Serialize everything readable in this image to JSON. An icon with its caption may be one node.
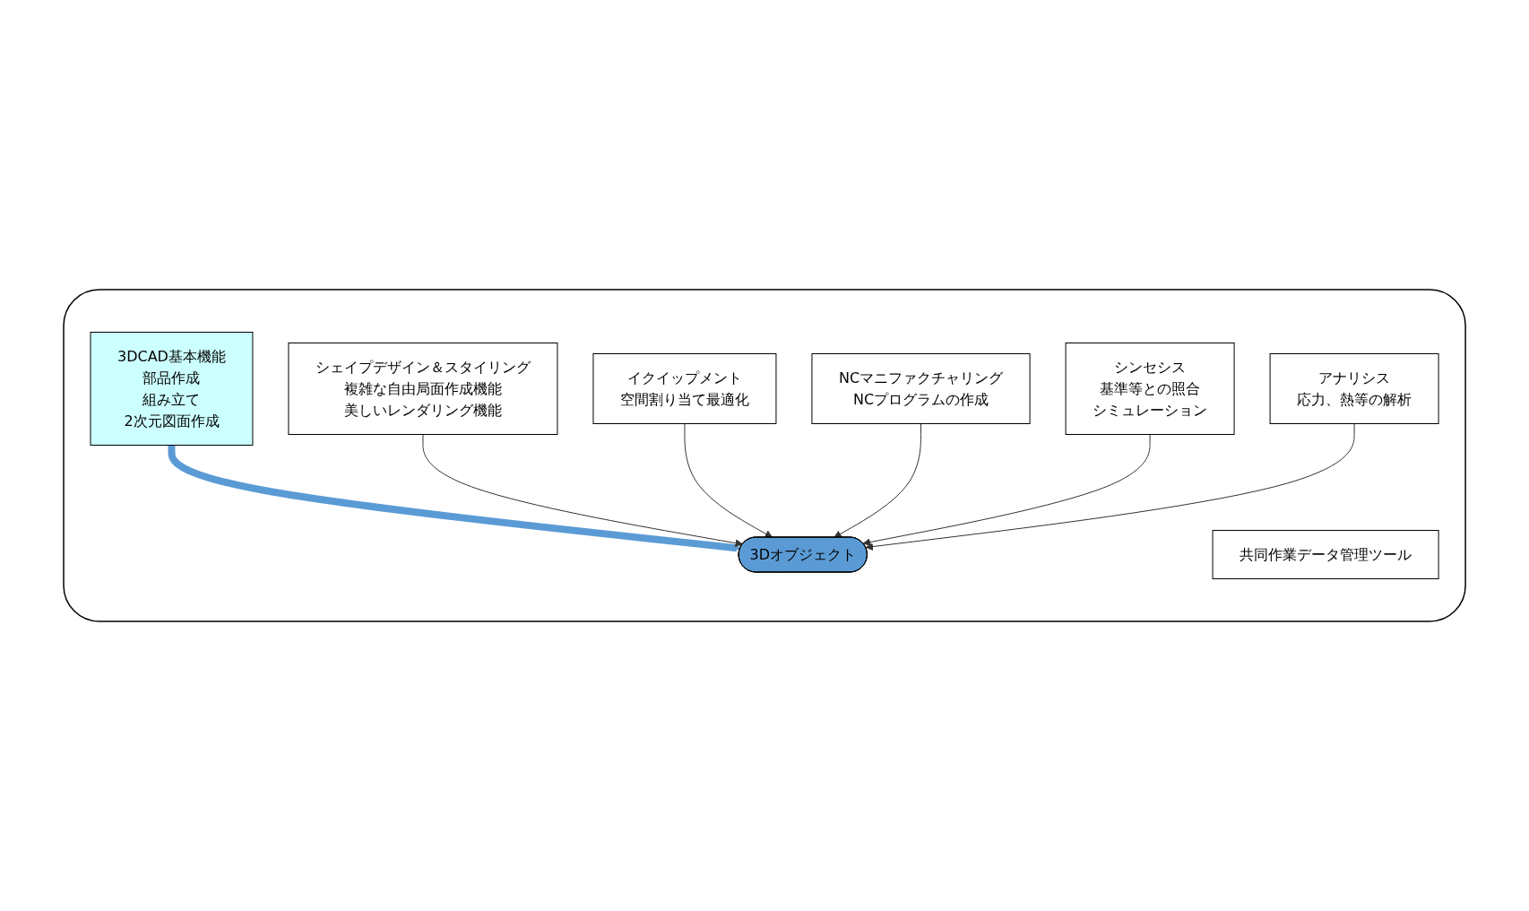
{
  "diagram": {
    "nodes": [
      {
        "text": [],
        "shape": "box"
      },
      {
        "text": [
          "3DCAD基本機能",
          "部品作成",
          "組み立て",
          "2次元図面作成"
        ],
        "in": 0
      },
      {
        "text": [
          "シェイプデザイン＆スタイリング",
          "複雑な自由局面作成機能",
          "美しいレンダリング機能"
        ],
        "in": 0
      },
      {
        "text": [
          "3Dオブジェクト"
        ],
        "in": 0
      },
      {
        "text": [
          "イクイップメント",
          "空間割り当て最適化"
        ],
        "in": 0
      },
      {
        "text": [
          "NCマニファクチャリング",
          "NCプログラムの作成"
        ],
        "in": 0
      },
      {
        "text": [
          "シンセシス",
          "基準等との照合",
          "シミュレーション"
        ],
        "in": 0
      },
      {
        "text": [
          "アナリシス",
          "応力、熱等の解析"
        ],
        "in": 0
      },
      {
        "text": [
          "共同作業データ管理ツール"
        ],
        "in": 0
      }
    ],
    "edges": [
      {
        "from": 1,
        "to": 3,
        "arrow": "to",
        "style": "thick",
        "color": "#5b9bd5"
      },
      {
        "from": 2,
        "to": 3,
        "arrow": "to"
      },
      {
        "from": 4,
        "to": 3,
        "arrow": "to"
      },
      {
        "from": 5,
        "to": 3,
        "arrow": "to"
      },
      {
        "from": 6,
        "to": 3,
        "arrow": "to"
      },
      {
        "from": 7,
        "to": 3,
        "arrow": "to"
      }
    ]
  }
}
